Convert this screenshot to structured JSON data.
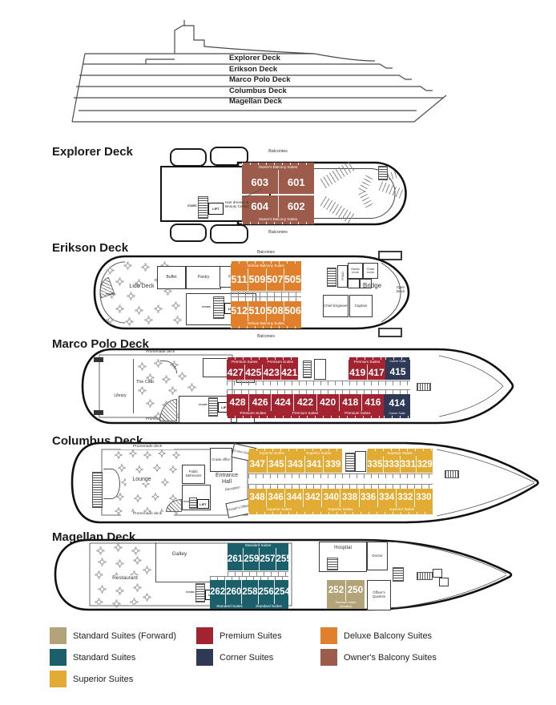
{
  "profile": {
    "deck_labels": [
      "Explorer Deck",
      "Erikson Deck",
      "Marco Polo Deck",
      "Columbus Deck",
      "Magellan Deck"
    ]
  },
  "common": {
    "balconies": "Balconies",
    "promenade": "Promenade deck",
    "stairs": "STAIRS",
    "lift": "LIFT"
  },
  "suite_types": {
    "owner": "Owner's Balcony Suites",
    "deluxe": "Deluxe Balcony Suites",
    "premium": "Premium Suites",
    "corner": "Corner Suite",
    "superior": "Superior Suites",
    "standard": "Standard Suites",
    "forward_suffix": "(forward)"
  },
  "colors": {
    "owner_balcony_suites": "#9d5b4b",
    "deluxe_balcony_suites": "#e0802d",
    "premium_suites": "#a32331",
    "corner_suites": "#2e3a55",
    "superior_suites": "#e2ab33",
    "standard_suites": "#1b5f6b",
    "standard_suites_forward": "#b2a379"
  },
  "explorer": {
    "title": "Explorer Deck",
    "hairdresser": "Hair dresser & Beauty Center",
    "rooms_top": [
      "603",
      "601"
    ],
    "rooms_bottom": [
      "604",
      "602"
    ]
  },
  "erikson": {
    "title": "Erikson Deck",
    "lido": "Lido Deck",
    "buffet": "Buffet",
    "pantry": "Pantry",
    "hotel_manager": "Hotel manager's office",
    "officer": "Officer",
    "radio_room": "Radio room",
    "chart_room": "Chart room",
    "bridge": "Bridge",
    "open_deck": "Open Deck",
    "chief_engineer": "Chief Engineer",
    "captain": "Captain",
    "rooms_top": [
      "511",
      "509",
      "507",
      "505"
    ],
    "rooms_bottom": [
      "512",
      "510",
      "508",
      "506"
    ]
  },
  "marco_polo": {
    "title": "Marco Polo Deck",
    "library": "Library",
    "club": "The Club",
    "staff_cabin": "Staff Cabin",
    "rooms_top_a": [
      "427",
      "425",
      "423",
      "421"
    ],
    "rooms_top_b": [
      "419",
      "417"
    ],
    "corner_top": "415",
    "rooms_bottom": [
      "428",
      "426",
      "424",
      "422",
      "420",
      "418",
      "416"
    ],
    "corner_bottom": "414"
  },
  "columbus": {
    "title": "Columbus Deck",
    "lounge": "Lounge",
    "public_bathrooms": "Public bathrooms",
    "cruise_office": "Cruise office",
    "cruise_director": "Cruise Director",
    "entrance_hall": "Entrance Hall",
    "reception": "Reception",
    "pursers_office": "Purser's Office",
    "rooms_top_a": [
      "347",
      "345",
      "343",
      "341",
      "339"
    ],
    "rooms_top_b": [
      "335",
      "333",
      "331",
      "329"
    ],
    "rooms_bottom": [
      "348",
      "346",
      "344",
      "342",
      "340",
      "338",
      "336",
      "334",
      "332",
      "330"
    ]
  },
  "magellan": {
    "title": "Magellan Deck",
    "restaurant": "Restaurant",
    "galley": "Galley",
    "hospital": "Hospital",
    "doctor": "Doctor",
    "officers_quarters": "Officer's Quarters",
    "rooms_top": [
      "261",
      "259",
      "257",
      "255"
    ],
    "rooms_bottom_standard": [
      "262",
      "260",
      "258",
      "256",
      "254"
    ],
    "rooms_bottom_forward": [
      "252",
      "250"
    ]
  },
  "legend": {
    "items": [
      {
        "label": "Standard Suites (Forward)",
        "color": "#b2a379"
      },
      {
        "label": "Standard Suites",
        "color": "#1b5f6b"
      },
      {
        "label": "Superior Suites",
        "color": "#e2ab33"
      },
      {
        "label": "Premium Suites",
        "color": "#a32331"
      },
      {
        "label": "Corner Suites",
        "color": "#2e3a55"
      },
      {
        "label": "Deluxe Balcony Suites",
        "color": "#e0802d"
      },
      {
        "label": "Owner's Balcony Suites",
        "color": "#9d5b4b"
      }
    ]
  }
}
